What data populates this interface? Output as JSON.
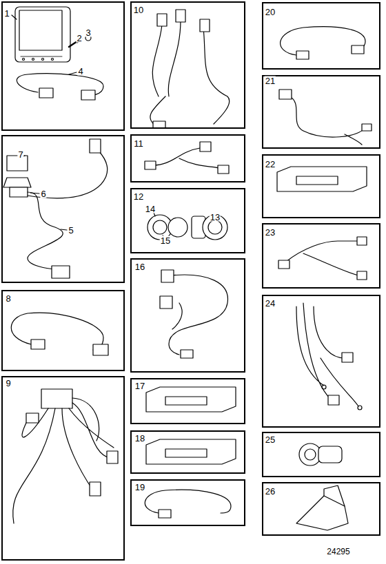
{
  "diagram": {
    "nodes": [
      {
        "text": [
          "1",
          "2",
          "3",
          "4"
        ]
      },
      {
        "text": [
          "7",
          "6",
          "5"
        ]
      },
      {
        "text": [
          "8"
        ]
      },
      {
        "text": [
          "9"
        ]
      },
      {
        "text": [
          "10"
        ]
      },
      {
        "text": [
          "11"
        ]
      },
      {
        "text": [
          "12",
          "14",
          "15",
          "13"
        ]
      },
      {
        "text": [
          "16"
        ]
      },
      {
        "text": [
          "17"
        ]
      },
      {
        "text": [
          "18"
        ]
      },
      {
        "text": [
          "19"
        ]
      },
      {
        "text": [
          "20"
        ]
      },
      {
        "text": [
          "21"
        ]
      },
      {
        "text": [
          "22"
        ]
      },
      {
        "text": [
          "23"
        ]
      },
      {
        "text": [
          "24"
        ]
      },
      {
        "text": [
          "25"
        ]
      },
      {
        "text": [
          "26"
        ]
      }
    ],
    "labels": [
      "24295"
    ]
  }
}
